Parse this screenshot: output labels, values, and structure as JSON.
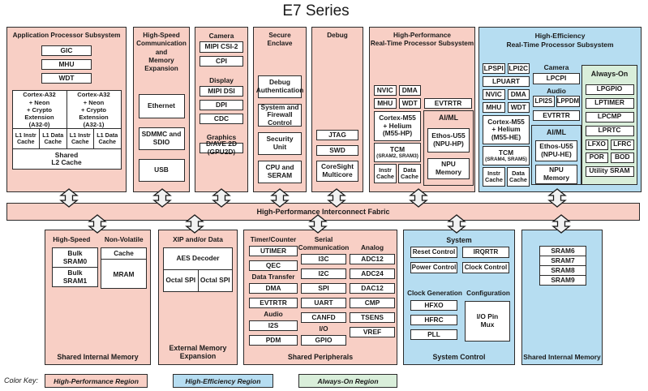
{
  "title": "E7 Series",
  "fabric_label": "High-Performance Interconnect Fabric",
  "colors": {
    "high_performance": "#f8cfc5",
    "high_efficiency": "#b6ddf1",
    "always_on": "#d9eeda",
    "border": "#2b2b2b"
  },
  "color_key": {
    "label": "Color Key:",
    "items": [
      "High-Performance Region",
      "High-Efficiency Region",
      "Always-On Region"
    ]
  },
  "app_subsystem": {
    "title": "Application Processor Subsystem",
    "top_boxes": [
      "GIC",
      "MHU",
      "WDT"
    ],
    "clusters": [
      {
        "cpu": "Cortex-A32\n+ Neon\n+ Crypto Extension\n(A32-0)",
        "caches": [
          "L1 Instr\nCache",
          "L1 Data\nCache"
        ]
      },
      {
        "cpu": "Cortex-A32\n+ Neon\n+ Crypto Extension\n(A32-1)",
        "caches": [
          "L1 Instr\nCache",
          "L1 Data\nCache"
        ]
      }
    ],
    "shared_cache": "Shared\nL2 Cache"
  },
  "hs_comm": {
    "title": "High-Speed\nCommunication and\nMemory Expansion",
    "boxes": [
      "Ethernet",
      "SDMMC and\nSDIO",
      "USB"
    ]
  },
  "camera_display": {
    "sections": [
      {
        "header": "Camera",
        "boxes": [
          "MIPI CSI-2",
          "CPI"
        ]
      },
      {
        "header": "Display",
        "boxes": [
          "MIPI DSI",
          "DPI",
          "CDC"
        ]
      },
      {
        "header": "Graphics",
        "boxes": [
          "D/AVE 2D\n(GPU2D)"
        ]
      }
    ]
  },
  "secure_enclave": {
    "title": "Secure\nEnclave",
    "boxes": [
      "Debug\nAuthentication",
      "System and\nFirewall Control",
      "Security\nUnit",
      "CPU and\nSERAM"
    ]
  },
  "debug": {
    "title": "Debug",
    "boxes": [
      "JTAG",
      "SWD",
      "CoreSight\nMulticore"
    ]
  },
  "hp_rt": {
    "title": "High-Performance\nReal-Time Processor Subsystem",
    "small_grid": [
      "NVIC",
      "DMA",
      "MHU",
      "WDT"
    ],
    "evtrtr": "EVTRTR",
    "cpu": "Cortex-M55\n+ Helium\n(M55-HP)",
    "tcm": "TCM",
    "tcm_sub": "(SRAM2, SRAM3)",
    "caches": [
      "Instr\nCache",
      "Data\nCache"
    ],
    "aiml": {
      "header": "AI/ML",
      "npu": "Ethos-U55\n(NPU-HP)",
      "npu_mem": "NPU\nMemory"
    }
  },
  "he_rt": {
    "title": "High-Efficiency\nReal-Time Processor Subsystem",
    "pair_top": [
      "LPSPI",
      "LPI2C"
    ],
    "lpuart": "LPUART",
    "small_grid": [
      "NVIC",
      "DMA",
      "MHU",
      "WDT"
    ],
    "cpu": "Cortex-M55\n+ Helium\n(M55-HE)",
    "tcm": "TCM",
    "tcm_sub": "(SRAM4, SRAM5)",
    "caches": [
      "Instr\nCache",
      "Data\nCache"
    ],
    "camera": {
      "header": "Camera",
      "box": "LPCPI"
    },
    "audio": {
      "header": "Audio",
      "boxes": [
        "LPI2S",
        "LPPDM"
      ]
    },
    "evtrtr": "EVTRTR",
    "aiml": {
      "header": "AI/ML",
      "npu": "Ethos-U55\n(NPU-HE)",
      "npu_mem": "NPU\nMemory"
    },
    "always_on": {
      "header": "Always-On",
      "boxes": [
        "LPGPIO",
        "LPTIMER",
        "LPCMP",
        "LPRTC"
      ],
      "pairs": [
        "LFXO",
        "LFRC",
        "POR",
        "BOD"
      ],
      "bottom": "Utility SRAM"
    }
  },
  "mem_left": {
    "col1_header": "High-Speed",
    "col2_header": "Non-Volatile",
    "col1_boxes": [
      "Bulk\nSRAM0",
      "Bulk\nSRAM1"
    ],
    "cache": "Cache",
    "mram": "MRAM",
    "footer": "Shared Internal Memory"
  },
  "ext_mem": {
    "header": "XIP and/or Data",
    "aes": "AES Decoder",
    "spi": [
      "Octal SPI",
      "Octal SPI"
    ],
    "footer": "External Memory\nExpansion"
  },
  "periph": {
    "col1": {
      "sections": [
        {
          "header": "Timer/Counter",
          "boxes": [
            "UTIMER",
            "QEC"
          ]
        },
        {
          "header": "Data Transfer",
          "boxes": [
            "DMA",
            "EVTRTR"
          ]
        },
        {
          "header": "Audio",
          "boxes": [
            "I2S",
            "PDM"
          ]
        }
      ]
    },
    "col2": {
      "sections": [
        {
          "header": "Serial\nCommunication",
          "boxes": [
            "I3C",
            "I2C",
            "SPI",
            "UART",
            "CANFD"
          ]
        },
        {
          "header": "I/O",
          "boxes": [
            "GPIO"
          ]
        }
      ]
    },
    "col3": {
      "sections": [
        {
          "header": "Analog",
          "boxes": [
            "ADC12",
            "ADC24",
            "DAC12",
            "CMP",
            "TSENS",
            "VREF"
          ]
        }
      ]
    },
    "footer": "Shared Peripherals"
  },
  "sys_ctrl": {
    "header": "System",
    "grid": [
      "Reset Control",
      "IRQRTR",
      "Power Control",
      "Clock Control"
    ],
    "clock_gen": {
      "header": "Clock Generation",
      "boxes": [
        "HFXO",
        "HFRC",
        "PLL"
      ]
    },
    "config": {
      "header": "Configuration",
      "box": "I/O Pin\nMux"
    },
    "footer": "System Control"
  },
  "mem_right": {
    "boxes": [
      "SRAM6",
      "SRAM7",
      "SRAM8",
      "SRAM9"
    ],
    "footer": "Shared Internal Memory"
  }
}
